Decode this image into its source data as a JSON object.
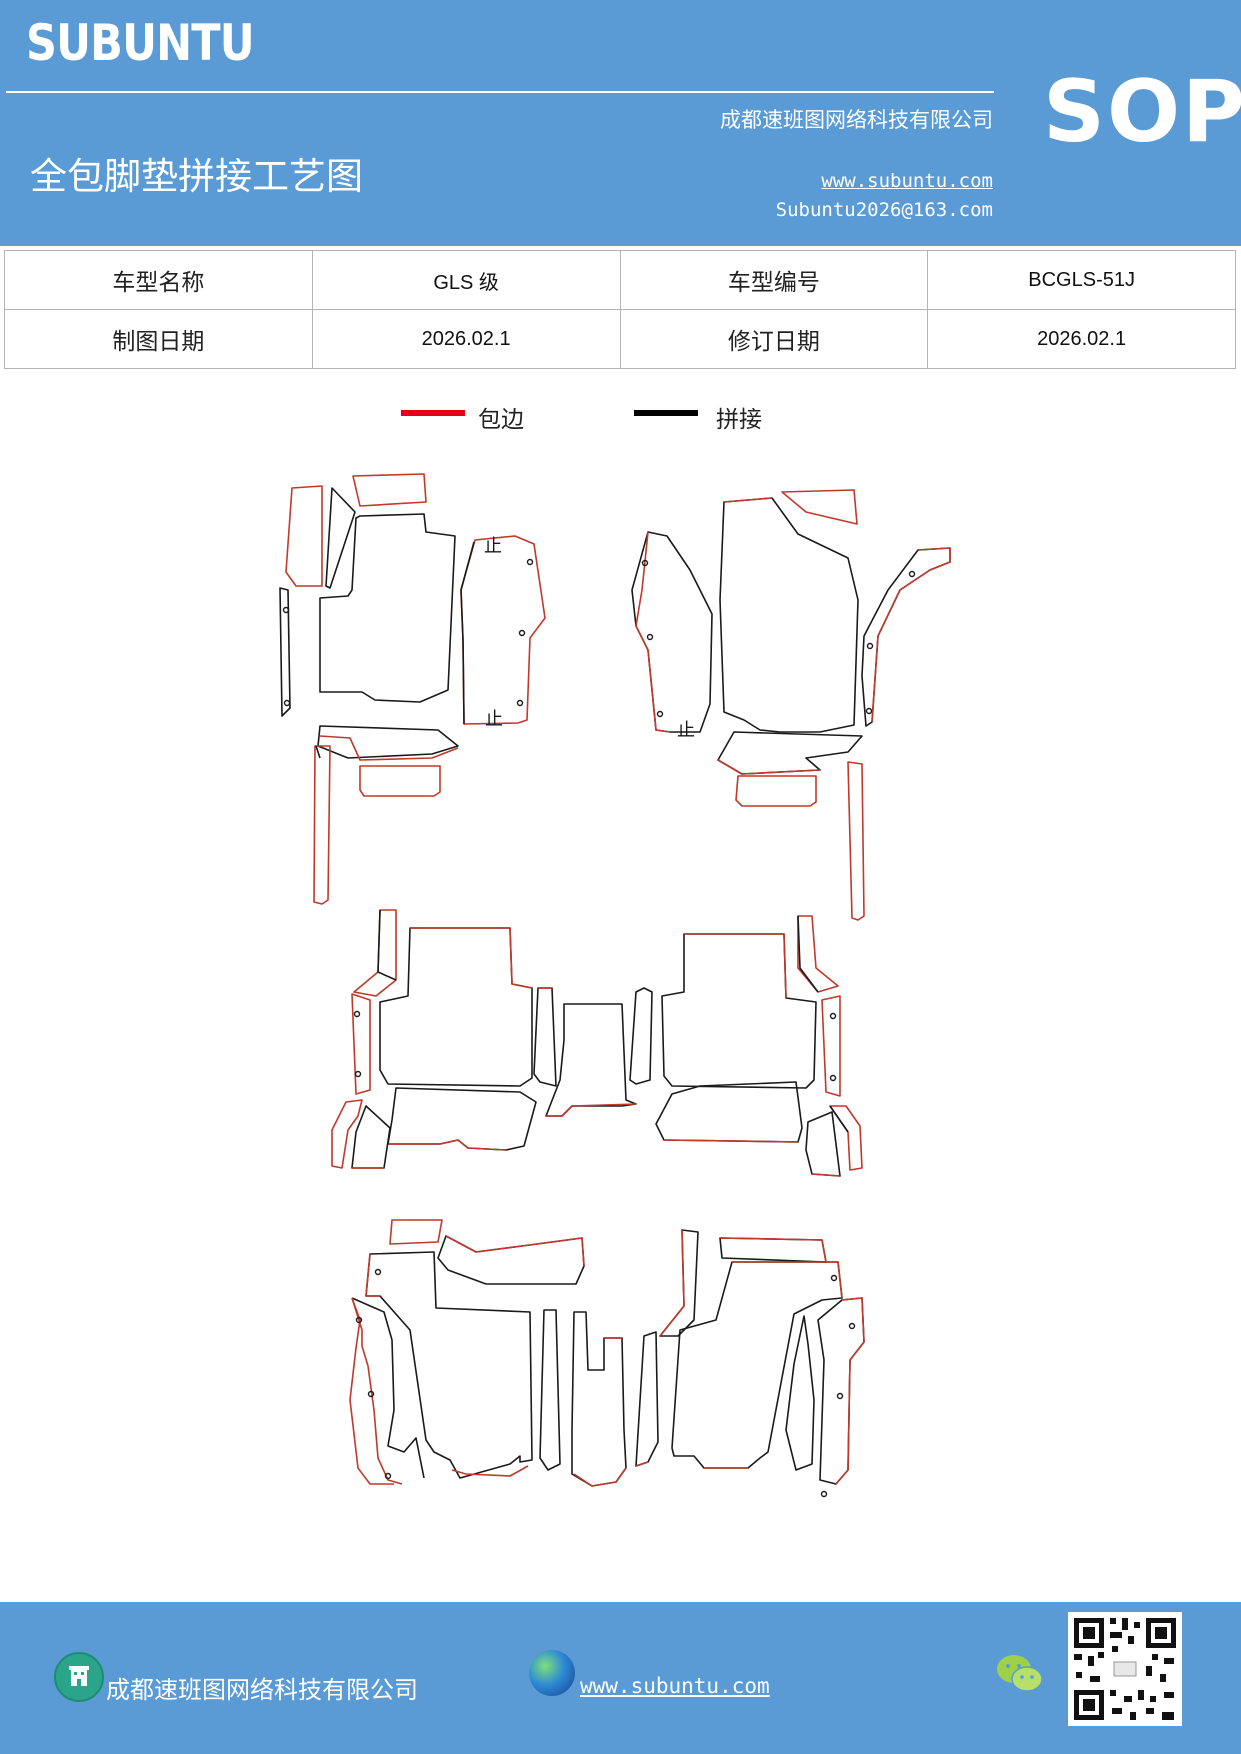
{
  "header": {
    "brand": "SUBUNTU",
    "company": "成都速班图网络科技有限公司",
    "title": "全包脚垫拼接工艺图",
    "url": "www.subuntu.com",
    "email": "Subuntu2026@163.com",
    "doc_type": "SOP",
    "background_color": "#5b9bd5"
  },
  "info_table": {
    "model_name_label": "车型名称",
    "model_name_value": "GLS 级",
    "model_code_label": "车型编号",
    "model_code_value": "BCGLS-51J",
    "draw_date_label": "制图日期",
    "draw_date_value": "2026.02.1",
    "revise_date_label": "修订日期",
    "revise_date_value": "2026.02.1"
  },
  "legend": {
    "edge_label": "包边",
    "edge_color": "#e60012",
    "join_label": "拼接",
    "join_color": "#000000"
  },
  "diagram": {
    "stop_mark": "止",
    "outline_edge_color": "#c0392b",
    "outline_join_color": "#1a1a1a"
  },
  "footer": {
    "company": "成都速班图网络科技有限公司",
    "url": "www.subuntu.com",
    "icons": [
      "building-icon",
      "globe-icon",
      "wechat-icon",
      "qr-code"
    ]
  }
}
